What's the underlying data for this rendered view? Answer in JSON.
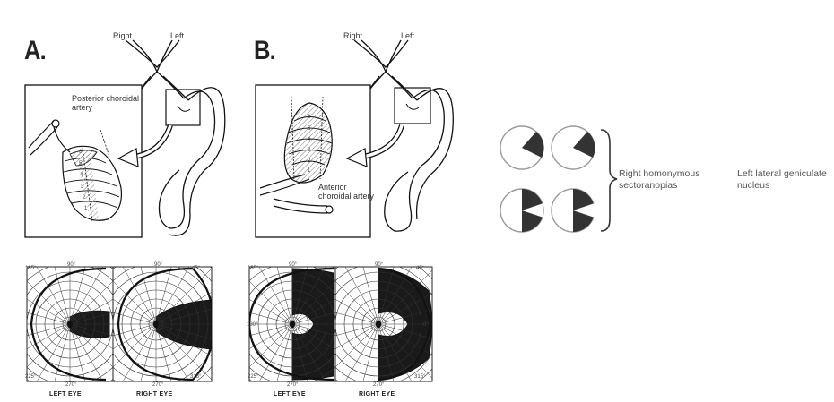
{
  "panels": [
    {
      "letter": "A.",
      "right_label": "Right",
      "left_label": "Left",
      "artery_label": "Posterior choroidal\nartery",
      "layer_numbers": [
        "6",
        "5",
        "4",
        "3",
        "2",
        "1"
      ],
      "left_eye_label": "LEFT EYE",
      "right_eye_label": "RIGHT EYE",
      "degrees": {
        "top": "90°",
        "bottom": "270°",
        "left": "180°",
        "right": "0°",
        "tl": "135°",
        "tr": "45°",
        "bl": "225°",
        "br": "315°"
      }
    },
    {
      "letter": "B.",
      "right_label": "Right",
      "left_label": "Left",
      "artery_label": "Anterior\nchoroidal artery",
      "layer_numbers": [
        "6",
        "5",
        "4",
        "3",
        "2",
        "1"
      ],
      "left_eye_label": "LEFT EYE",
      "right_eye_label": "RIGHT EYE",
      "degrees": {
        "top": "90°",
        "bottom": "270°",
        "left": "180°",
        "right": "0°",
        "tl": "135°",
        "tr": "45°",
        "bl": "225°",
        "br": "315°"
      }
    }
  ],
  "side": {
    "defect_label": "Right homonymous\nsectoranopias",
    "location_label": "Left lateral geniculate\nnucleus"
  },
  "colors": {
    "ink": "#111111",
    "fill": "#1a1a1a",
    "hatch": "#888888"
  }
}
